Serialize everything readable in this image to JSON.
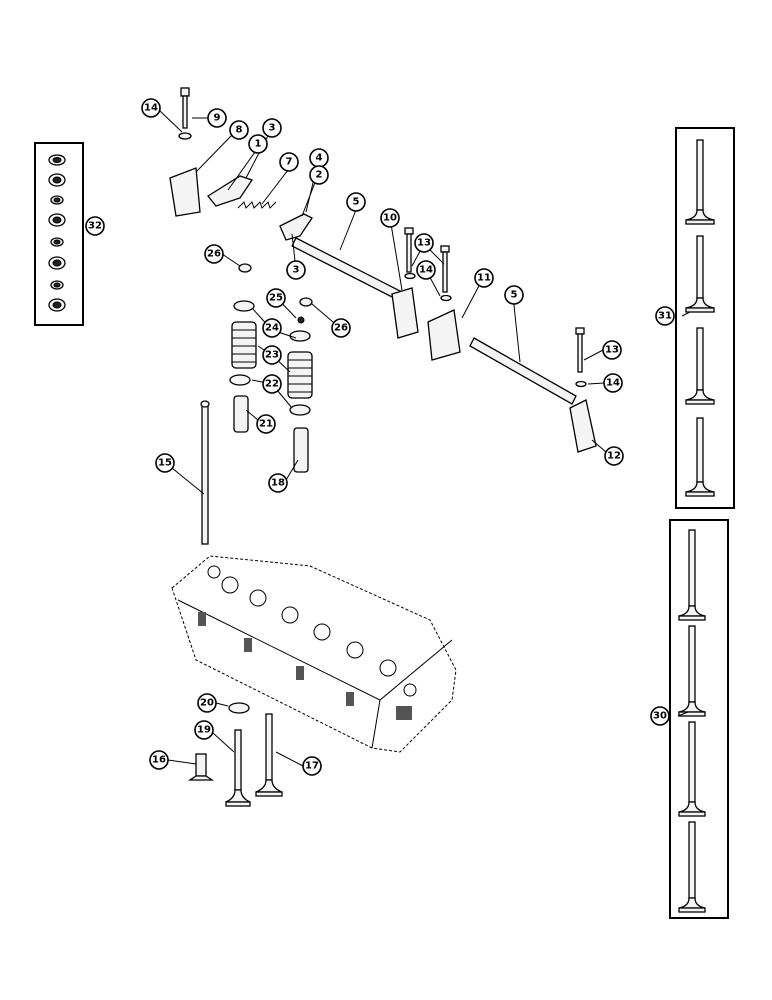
{
  "callouts": [
    {
      "id": "c14a",
      "label": "14"
    },
    {
      "id": "c9",
      "label": "9"
    },
    {
      "id": "c8",
      "label": "8"
    },
    {
      "id": "c3a",
      "label": "3"
    },
    {
      "id": "c1",
      "label": "1"
    },
    {
      "id": "c7",
      "label": "7"
    },
    {
      "id": "c4",
      "label": "4"
    },
    {
      "id": "c2",
      "label": "2"
    },
    {
      "id": "c5a",
      "label": "5"
    },
    {
      "id": "c10",
      "label": "10"
    },
    {
      "id": "c13a",
      "label": "13"
    },
    {
      "id": "c14b",
      "label": "14"
    },
    {
      "id": "c11",
      "label": "11"
    },
    {
      "id": "c5b",
      "label": "5"
    },
    {
      "id": "c3b",
      "label": "3"
    },
    {
      "id": "c26a",
      "label": "26"
    },
    {
      "id": "c25",
      "label": "25"
    },
    {
      "id": "c26b",
      "label": "26"
    },
    {
      "id": "c24",
      "label": "24"
    },
    {
      "id": "c23",
      "label": "23"
    },
    {
      "id": "c22",
      "label": "22"
    },
    {
      "id": "c21",
      "label": "21"
    },
    {
      "id": "c18",
      "label": "18"
    },
    {
      "id": "c15",
      "label": "15"
    },
    {
      "id": "c13b",
      "label": "13"
    },
    {
      "id": "c14c",
      "label": "14"
    },
    {
      "id": "c12",
      "label": "12"
    },
    {
      "id": "c20",
      "label": "20"
    },
    {
      "id": "c19",
      "label": "19"
    },
    {
      "id": "c16",
      "label": "16"
    },
    {
      "id": "c17",
      "label": "17"
    },
    {
      "id": "c32",
      "label": "32"
    },
    {
      "id": "c31",
      "label": "31"
    },
    {
      "id": "c30",
      "label": "30"
    }
  ]
}
